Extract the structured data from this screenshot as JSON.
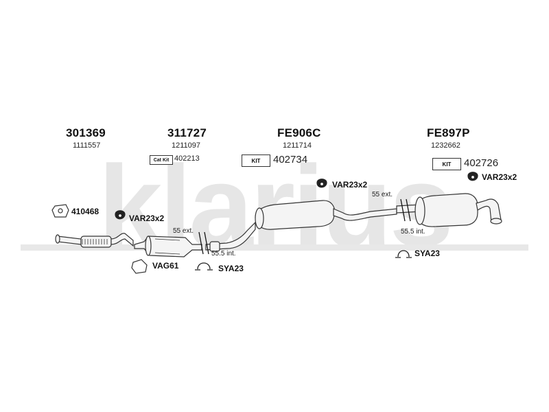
{
  "watermark": "klarius",
  "parts": {
    "p1": {
      "main": "301369",
      "sub": "1111557"
    },
    "p2": {
      "main": "311727",
      "sub": "1211097",
      "kit_badge": "Cat Kit",
      "kit_number": "402213"
    },
    "p3": {
      "main": "FE906C",
      "sub": "1211714",
      "kit_badge": "KIT",
      "kit_number": "402734"
    },
    "p4": {
      "main": "FE897P",
      "sub": "1232662",
      "kit_badge": "KIT",
      "kit_number": "402726"
    }
  },
  "fittings": {
    "f410468": "410468",
    "var_left": "VAR23x2",
    "vag61": "VAG61",
    "sya23_left": "SYA23",
    "var_mid": "VAR23x2",
    "var_right": "VAR23x2",
    "sya23_right": "SYA23"
  },
  "measurements": {
    "ext_left": "55 ext.",
    "int_left": "55.5 int.",
    "ext_right": "55 ext.",
    "int_right": "55.5 int."
  },
  "colors": {
    "watermark": "#e6e6e6",
    "pipe_fill": "#f4f4f4",
    "outline": "#333333"
  }
}
